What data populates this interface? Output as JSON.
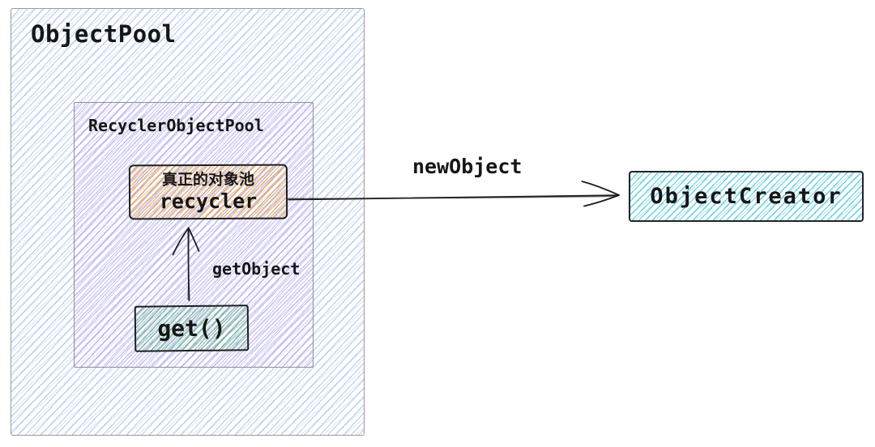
{
  "nodes": {
    "object_pool": {
      "label": "ObjectPool"
    },
    "recycler_object_pool": {
      "label": "RecyclerObjectPool"
    },
    "recycler": {
      "caption": "真正的对象池",
      "label": "recycler"
    },
    "get": {
      "label": "get()"
    },
    "object_creator": {
      "label": "ObjectCreator"
    }
  },
  "edges": {
    "get_object": {
      "label": "getObject",
      "from": "get",
      "to": "recycler"
    },
    "new_object": {
      "label": "newObject",
      "from": "recycler",
      "to": "object_creator"
    }
  },
  "colors": {
    "blue_hatch": "#84aae4",
    "purple_hatch": "#bb8aec",
    "orange_hatch": "#f0a030",
    "green_hatch": "#4eb276",
    "cyan_hatch": "#3ac2d8",
    "dark_stroke": "#1e1e1e",
    "gray_stroke": "#9b9b9b",
    "background": "#ffffff"
  }
}
